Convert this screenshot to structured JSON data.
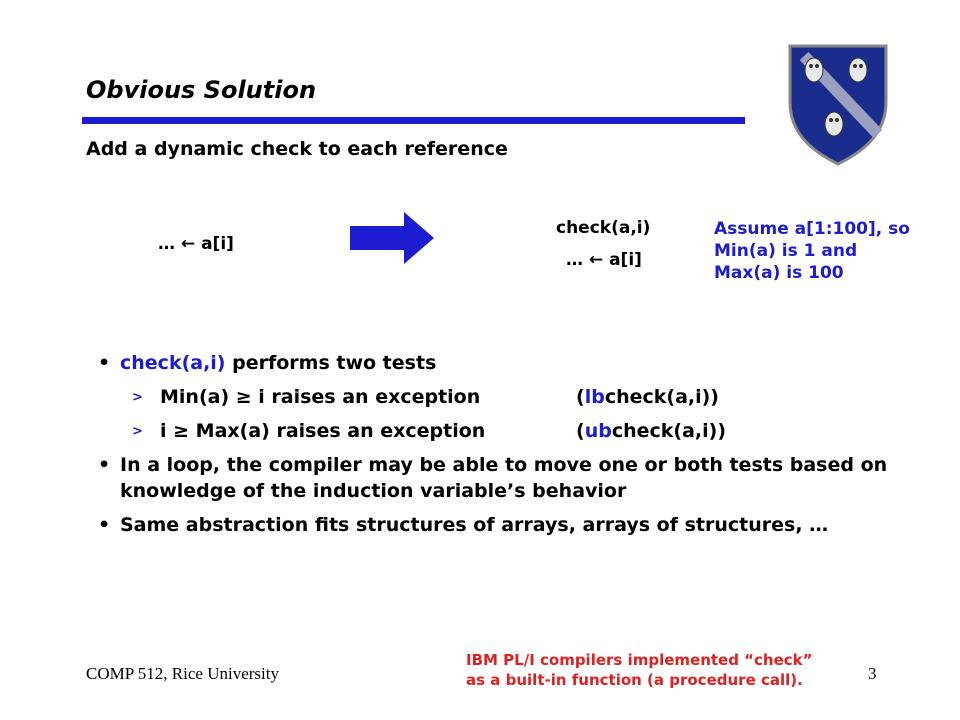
{
  "slide": {
    "title": "Obvious Solution",
    "lead": "Add a dynamic check to each reference",
    "before_code": "… ← a[i]",
    "after_code_1": "check(a,i)",
    "after_code_2": "… ← a[i]",
    "note": "Assume a[1:100], so Min(a) is 1 and Max(a) is 100",
    "bullets": [
      {
        "prefix": "check(a,i)",
        "text": " performs two tests",
        "sub": [
          {
            "left": "Min(a) ≥ i raises an exception",
            "paren_open": "(",
            "highlight": "lb",
            "rest": "check(a,i))"
          },
          {
            "left": "i ≥ Max(a) raises an exception",
            "paren_open": "(",
            "highlight": "ub",
            "rest": "check(a,i))"
          }
        ]
      },
      {
        "text": "In a loop, the compiler may be able to move one or both tests based on knowledge of the induction variable’s behavior"
      },
      {
        "text": "Same abstraction fits structures of arrays, arrays of structures, …"
      }
    ],
    "footer_left": "COMP 512, Rice University",
    "footer_note_1": "IBM PL/I compilers implemented “check”",
    "footer_note_2": "as a built-in function (a procedure call).",
    "page_number": "3"
  },
  "bullet_glyph": "•",
  "sub_glyph": ">",
  "colors": {
    "accent": "#1c1cd0",
    "note_red": "#e02020",
    "crest_blue": "#1a2c8c"
  }
}
